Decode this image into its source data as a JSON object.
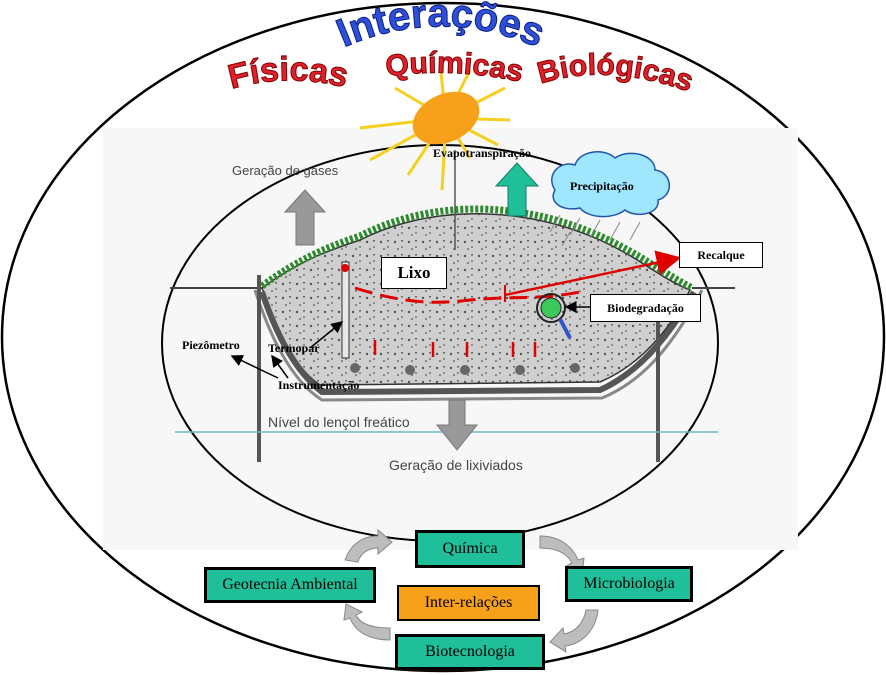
{
  "title": {
    "top": "Interações",
    "left": "Físicas",
    "middle": "Químicas",
    "right": "Biológicas"
  },
  "landfill": {
    "gases": "Geração de gases",
    "evapo": "Evapotranspiração",
    "precip": "Precipitação",
    "recalque": "Recalque",
    "lixo": "Lixo",
    "biodeg": "Biodegradação",
    "piezometro": "Piezômetro",
    "termopar": "Termopar",
    "instrumentacao": "Instrumentação",
    "nivel": "Nível do lençol freático",
    "lixiviados": "Geração de lixiviados"
  },
  "cycle": {
    "quimica": "Química",
    "microbiologia": "Microbiologia",
    "biotecnologia": "Biotecnologia",
    "geotecnia": "Geotecnia Ambiental",
    "center": "Inter-relações"
  },
  "colors": {
    "green_box": "#1fbf9a",
    "orange_box": "#f7a11a",
    "title_red": "#e0202a",
    "title_blue": "#2e4fd8",
    "sun": "#f7a11a",
    "sun_rays": "#f5d020"
  }
}
